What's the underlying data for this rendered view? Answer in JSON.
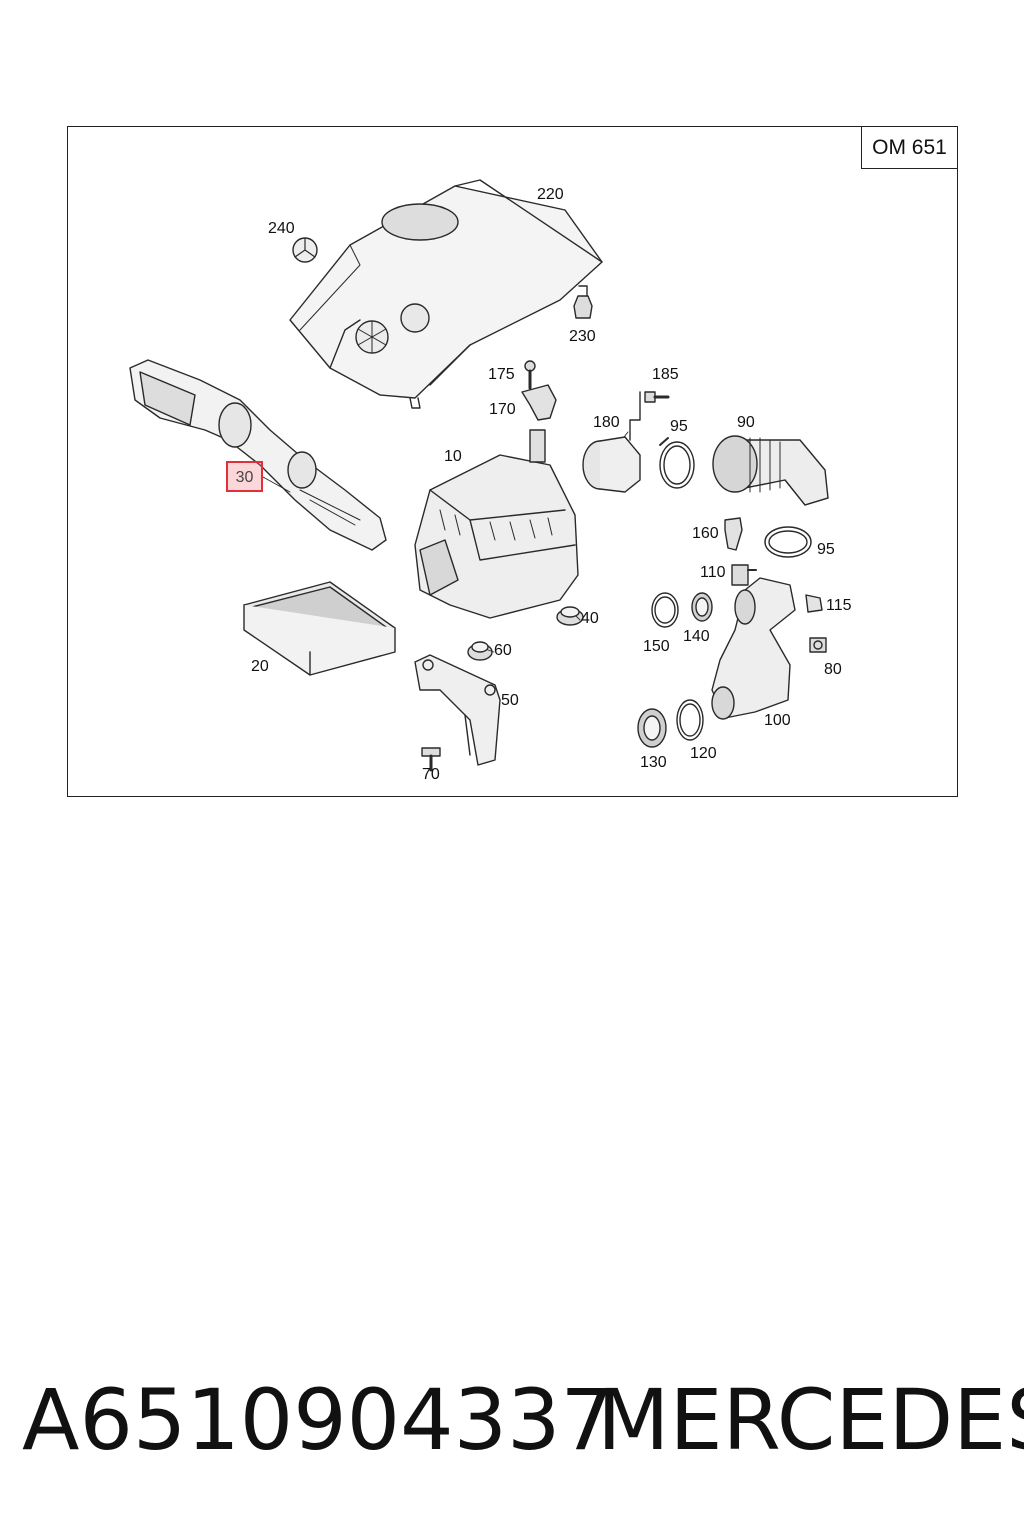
{
  "diagram": {
    "engine_code": "OM 651",
    "highlighted_part": "30",
    "parts": {
      "p10": "10",
      "p20": "20",
      "p30": "30",
      "p40": "40",
      "p50": "50",
      "p60": "60",
      "p70": "70",
      "p80": "80",
      "p90": "90",
      "p95a": "95",
      "p95b": "95",
      "p100": "100",
      "p110": "110",
      "p115": "115",
      "p120": "120",
      "p130": "130",
      "p140": "140",
      "p150": "150",
      "p160": "160",
      "p170": "170",
      "p175": "175",
      "p180": "180",
      "p185": "185",
      "p220": "220",
      "p230": "230",
      "p240": "240"
    }
  },
  "footer": {
    "part_number": "A6510904337",
    "brand": "MERCEDES"
  },
  "colors": {
    "highlight": "#e0313b",
    "ink": "#222222"
  }
}
